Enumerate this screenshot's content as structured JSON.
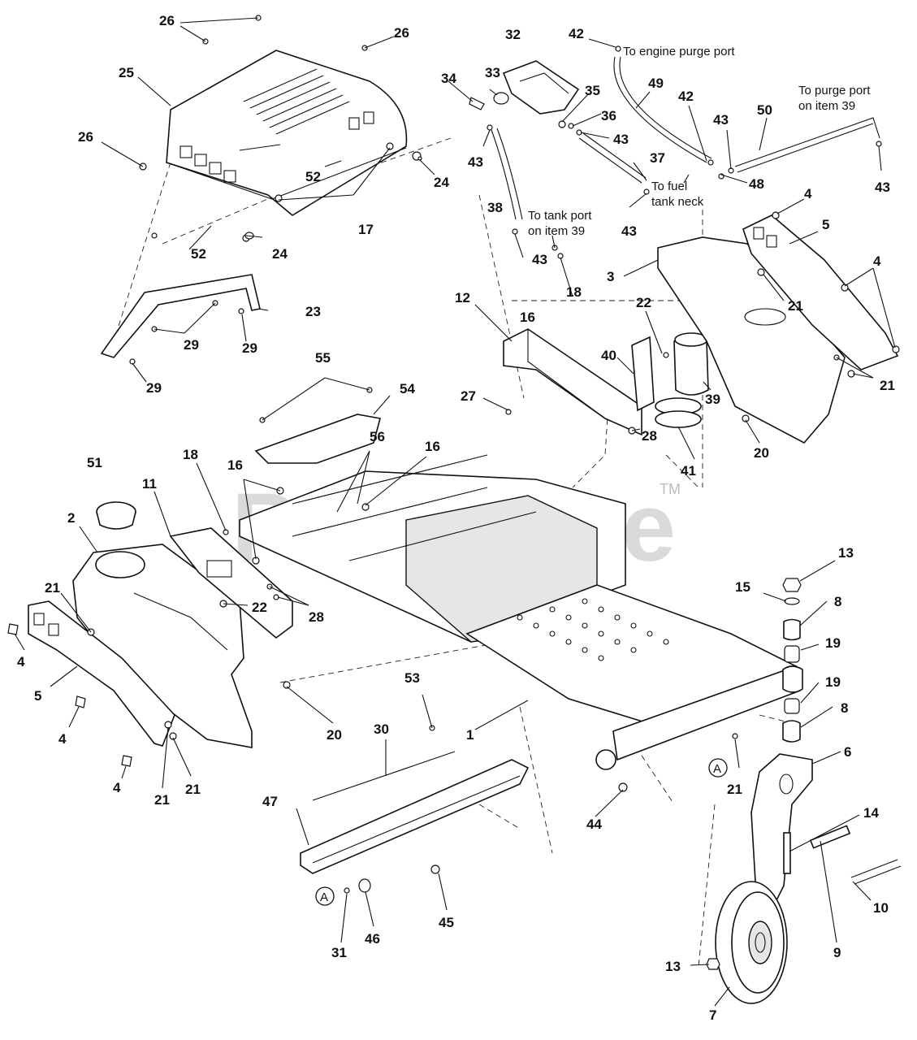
{
  "watermark": {
    "text": "PartsTree",
    "tm": "TM"
  },
  "callouts": [
    {
      "id": "c1",
      "label": "1"
    },
    {
      "id": "c2",
      "label": "2"
    },
    {
      "id": "c3",
      "label": "3"
    },
    {
      "id": "c4a",
      "label": "4"
    },
    {
      "id": "c4b",
      "label": "4"
    },
    {
      "id": "c4c",
      "label": "4"
    },
    {
      "id": "c4d",
      "label": "4"
    },
    {
      "id": "c4e",
      "label": "4"
    },
    {
      "id": "c5a",
      "label": "5"
    },
    {
      "id": "c5b",
      "label": "5"
    },
    {
      "id": "c6",
      "label": "6"
    },
    {
      "id": "c7",
      "label": "7"
    },
    {
      "id": "c8a",
      "label": "8"
    },
    {
      "id": "c8b",
      "label": "8"
    },
    {
      "id": "c9",
      "label": "9"
    },
    {
      "id": "c10",
      "label": "10"
    },
    {
      "id": "c11",
      "label": "11"
    },
    {
      "id": "c12",
      "label": "12"
    },
    {
      "id": "c13a",
      "label": "13"
    },
    {
      "id": "c13b",
      "label": "13"
    },
    {
      "id": "c14",
      "label": "14"
    },
    {
      "id": "c15",
      "label": "15"
    },
    {
      "id": "c16a",
      "label": "16"
    },
    {
      "id": "c16b",
      "label": "16"
    },
    {
      "id": "c16c",
      "label": "16"
    },
    {
      "id": "c17",
      "label": "17"
    },
    {
      "id": "c18a",
      "label": "18"
    },
    {
      "id": "c18b",
      "label": "18"
    },
    {
      "id": "c19a",
      "label": "19"
    },
    {
      "id": "c19b",
      "label": "19"
    },
    {
      "id": "c20a",
      "label": "20"
    },
    {
      "id": "c20b",
      "label": "20"
    },
    {
      "id": "c21a",
      "label": "21"
    },
    {
      "id": "c21b",
      "label": "21"
    },
    {
      "id": "c21c",
      "label": "21"
    },
    {
      "id": "c21d",
      "label": "21"
    },
    {
      "id": "c21e",
      "label": "21"
    },
    {
      "id": "c21f",
      "label": "21"
    },
    {
      "id": "c22a",
      "label": "22"
    },
    {
      "id": "c22b",
      "label": "22"
    },
    {
      "id": "c23",
      "label": "23"
    },
    {
      "id": "c24a",
      "label": "24"
    },
    {
      "id": "c24b",
      "label": "24"
    },
    {
      "id": "c25",
      "label": "25"
    },
    {
      "id": "c26a",
      "label": "26"
    },
    {
      "id": "c26b",
      "label": "26"
    },
    {
      "id": "c26c",
      "label": "26"
    },
    {
      "id": "c27",
      "label": "27"
    },
    {
      "id": "c28a",
      "label": "28"
    },
    {
      "id": "c28b",
      "label": "28"
    },
    {
      "id": "c29a",
      "label": "29"
    },
    {
      "id": "c29b",
      "label": "29"
    },
    {
      "id": "c29c",
      "label": "29"
    },
    {
      "id": "c30",
      "label": "30"
    },
    {
      "id": "c31",
      "label": "31"
    },
    {
      "id": "c32",
      "label": "32"
    },
    {
      "id": "c33",
      "label": "33"
    },
    {
      "id": "c34",
      "label": "34"
    },
    {
      "id": "c35",
      "label": "35"
    },
    {
      "id": "c36",
      "label": "36"
    },
    {
      "id": "c37",
      "label": "37"
    },
    {
      "id": "c38",
      "label": "38"
    },
    {
      "id": "c39",
      "label": "39"
    },
    {
      "id": "c40",
      "label": "40"
    },
    {
      "id": "c41",
      "label": "41"
    },
    {
      "id": "c42a",
      "label": "42"
    },
    {
      "id": "c42b",
      "label": "42"
    },
    {
      "id": "c43a",
      "label": "43"
    },
    {
      "id": "c43b",
      "label": "43"
    },
    {
      "id": "c43c",
      "label": "43"
    },
    {
      "id": "c43d",
      "label": "43"
    },
    {
      "id": "c43e",
      "label": "43"
    },
    {
      "id": "c43f",
      "label": "43"
    },
    {
      "id": "c44",
      "label": "44"
    },
    {
      "id": "c45",
      "label": "45"
    },
    {
      "id": "c46",
      "label": "46"
    },
    {
      "id": "c47",
      "label": "47"
    },
    {
      "id": "c48",
      "label": "48"
    },
    {
      "id": "c49",
      "label": "49"
    },
    {
      "id": "c50",
      "label": "50"
    },
    {
      "id": "c51",
      "label": "51"
    },
    {
      "id": "c52a",
      "label": "52"
    },
    {
      "id": "c52b",
      "label": "52"
    },
    {
      "id": "c53",
      "label": "53"
    },
    {
      "id": "c54",
      "label": "54"
    },
    {
      "id": "c55",
      "label": "55"
    },
    {
      "id": "c56",
      "label": "56"
    }
  ],
  "notes": {
    "engine_purge": "To engine purge port",
    "purge_item39_l1": "To purge port",
    "purge_item39_l2": "on item 39",
    "fuel_tank_l1": "To fuel",
    "fuel_tank_l2": "tank neck",
    "tank_port_l1": "To tank port",
    "tank_port_l2": "on item 39"
  },
  "refs": {
    "a1": "A",
    "a2": "A"
  }
}
